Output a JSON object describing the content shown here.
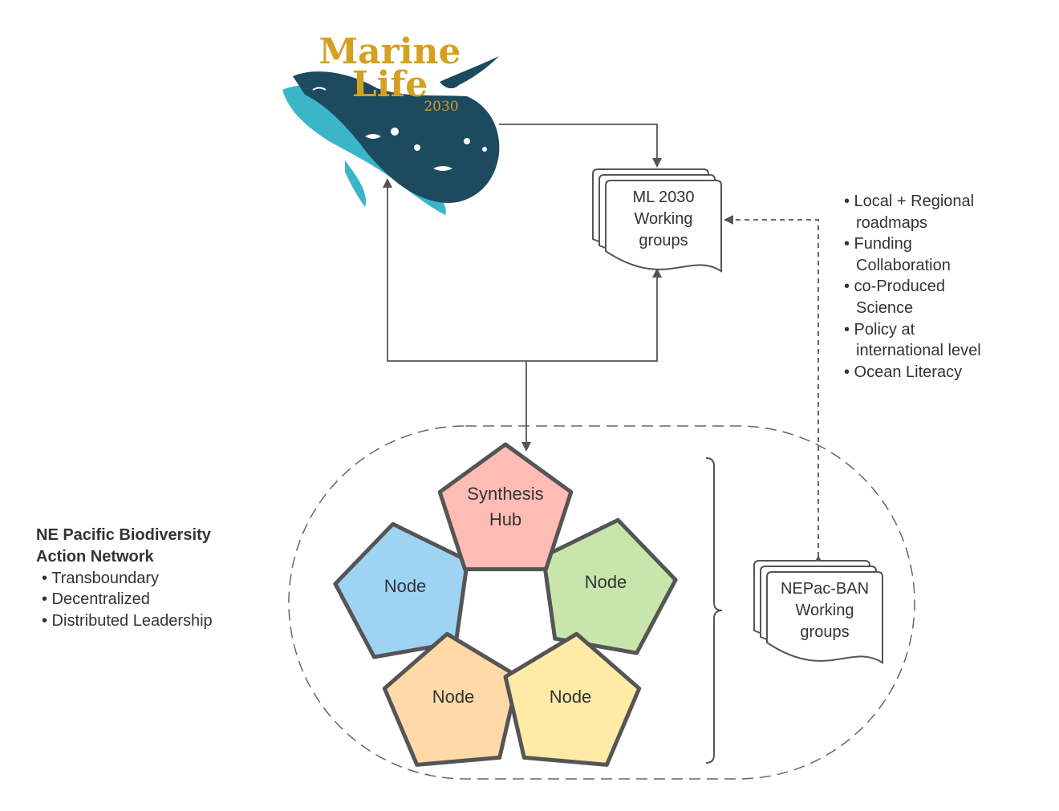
{
  "logo": {
    "line1": "Marine",
    "line2": "Life",
    "year": "2030",
    "colors": {
      "text": "#d4a020",
      "dark": "#1c4a5e",
      "light": "#3bb6c9"
    }
  },
  "ml_working_groups": {
    "lines": [
      "ML 2030",
      "Working",
      "groups"
    ]
  },
  "nepac_working_groups": {
    "lines": [
      "NEPac-BAN",
      "Working",
      "groups"
    ]
  },
  "ml_bullets": [
    [
      "• Local + Regional",
      "roadmaps"
    ],
    [
      "• Funding",
      "Collaboration"
    ],
    [
      "• co-Produced",
      "Science"
    ],
    [
      "• Policy at",
      "international level"
    ],
    [
      "• Ocean Literacy"
    ]
  ],
  "network": {
    "title_lines": [
      "NE Pacific Biodiversity",
      "Action Network"
    ],
    "bullets": [
      "• Transboundary",
      "• Decentralized",
      "• Distributed Leadership"
    ]
  },
  "pentagons": {
    "hub": {
      "lines": [
        "Synthesis",
        "Hub"
      ],
      "color": "#ffbcb4"
    },
    "node_left": {
      "label": "Node",
      "color": "#9fd3f3"
    },
    "node_right": {
      "label": "Node",
      "color": "#c8e6ab"
    },
    "node_bottom_left": {
      "label": "Node",
      "color": "#ffd9a8"
    },
    "node_bottom_right": {
      "label": "Node",
      "color": "#ffeba6"
    }
  },
  "colors": {
    "stroke": "#555555",
    "connector": "#555555"
  }
}
